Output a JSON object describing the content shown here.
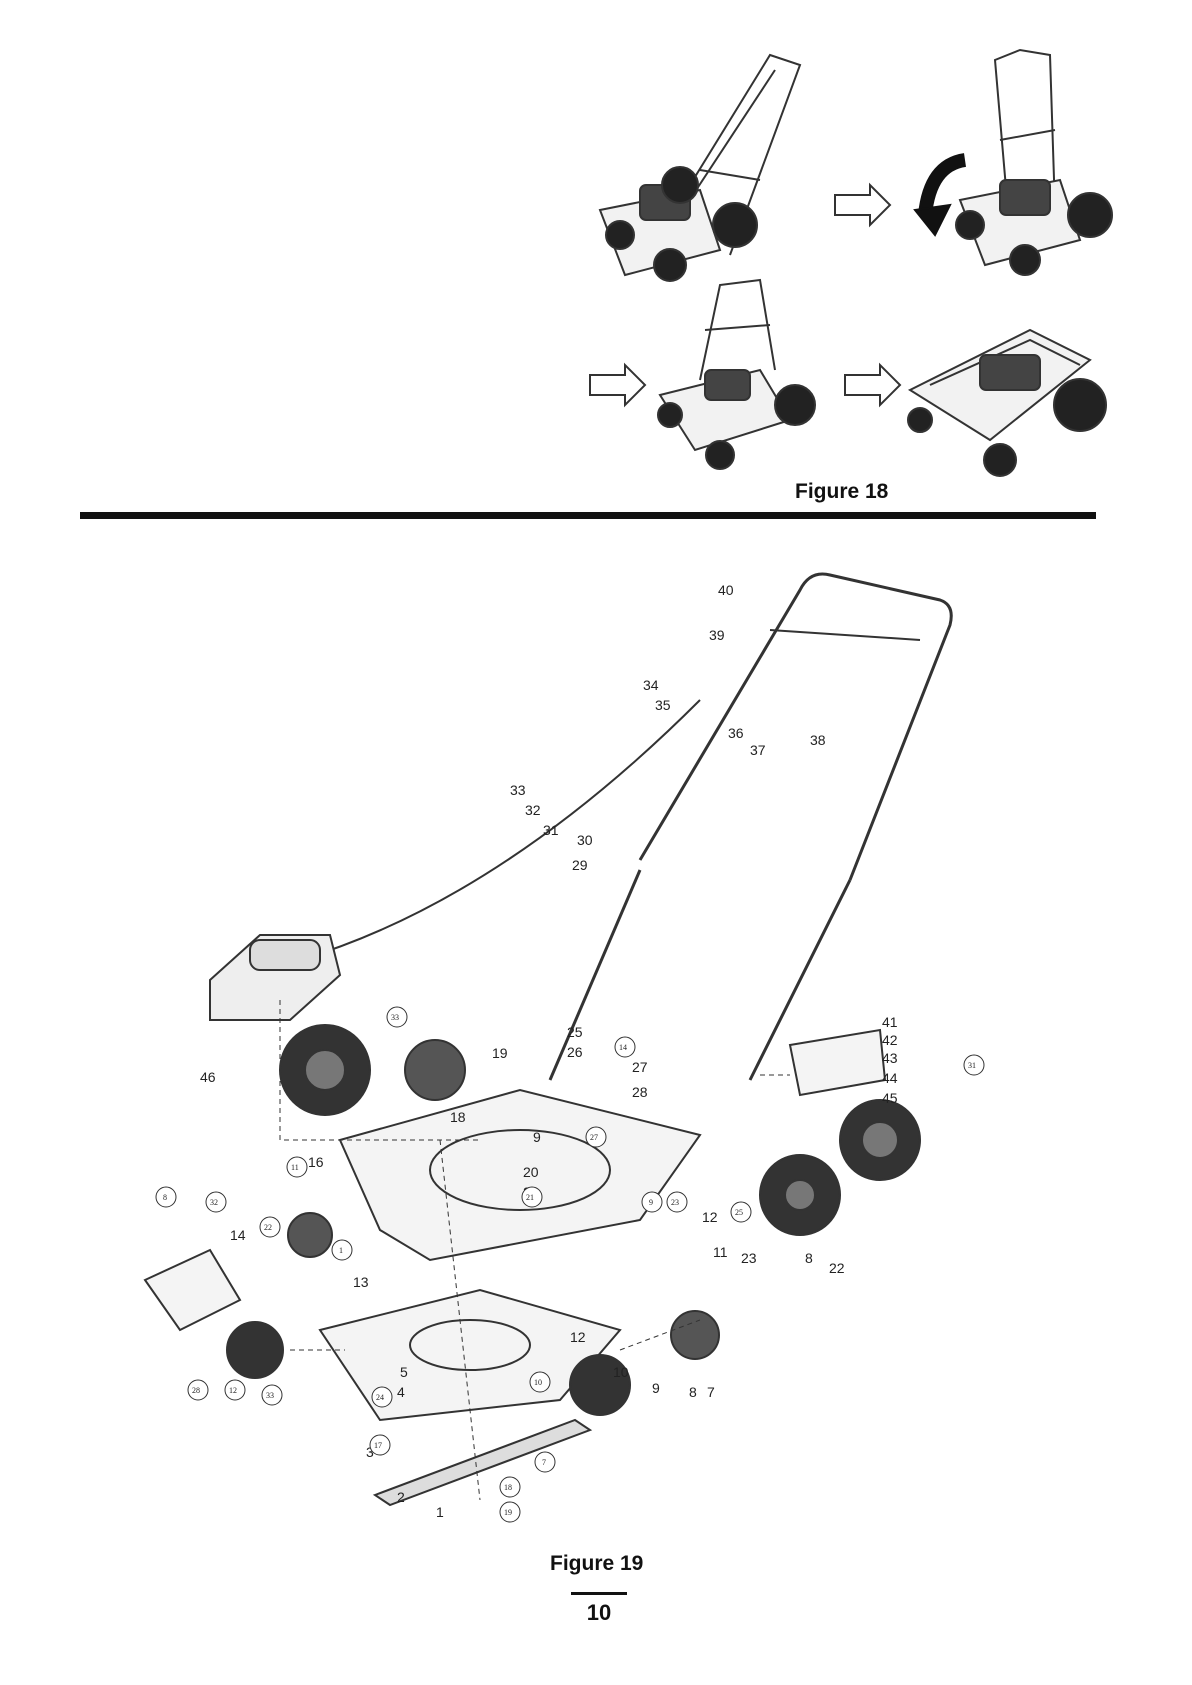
{
  "figure18": {
    "caption": "Figure 18"
  },
  "figure19": {
    "caption": "Figure 19",
    "callouts": [
      "40",
      "39",
      "34",
      "35",
      "36",
      "37",
      "38",
      "33",
      "32",
      "31",
      "30",
      "29",
      "19",
      "25",
      "26",
      "27",
      "28",
      "46",
      "16",
      "18",
      "9",
      "20",
      "21",
      "11",
      "14",
      "41",
      "42",
      "43",
      "44",
      "45",
      "13",
      "22",
      "12",
      "23",
      "8",
      "7",
      "10",
      "5",
      "4",
      "3",
      "2",
      "1",
      "17",
      "24",
      "6"
    ],
    "circled_callouts": [
      "33",
      "14",
      "11",
      "8",
      "32",
      "22",
      "1",
      "27",
      "31",
      "25",
      "23",
      "24",
      "10",
      "17",
      "18",
      "19",
      "12",
      "28",
      "33",
      "7",
      "21",
      "9"
    ]
  },
  "page_number": "10",
  "colors": {
    "ink": "#111111",
    "line": "#333333",
    "paper": "#ffffff"
  }
}
